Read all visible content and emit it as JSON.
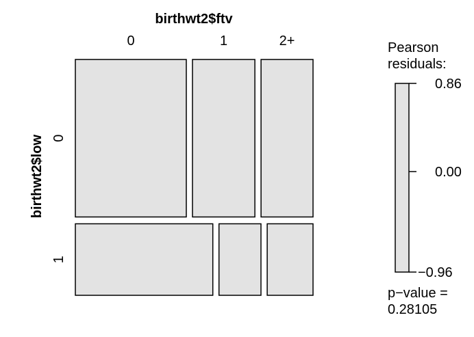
{
  "chart_data": {
    "type": "mosaic",
    "x_variable": "birthwt2$ftv",
    "y_variable": "birthwt2$low",
    "x_levels": [
      "0",
      "1",
      "2+"
    ],
    "y_levels": [
      "0",
      "1"
    ],
    "counts": [
      {
        "ftv": "0",
        "low": "0",
        "n": 64
      },
      {
        "ftv": "0",
        "low": "1",
        "n": 36
      },
      {
        "ftv": "1",
        "low": "0",
        "n": 36
      },
      {
        "ftv": "1",
        "low": "1",
        "n": 11
      },
      {
        "ftv": "2+",
        "low": "0",
        "n": 30
      },
      {
        "ftv": "2+",
        "low": "1",
        "n": 12
      }
    ],
    "legend": {
      "title_line1": "Pearson",
      "title_line2": "residuals:",
      "max_label": "0.86",
      "mid_label": "0.00",
      "min_label": "−0.96",
      "pvalue_line1": "p−value =",
      "pvalue_line2": "0.28105"
    },
    "colors": {
      "tile_fill": "#e3e3e3",
      "tile_stroke": "#000000"
    }
  }
}
